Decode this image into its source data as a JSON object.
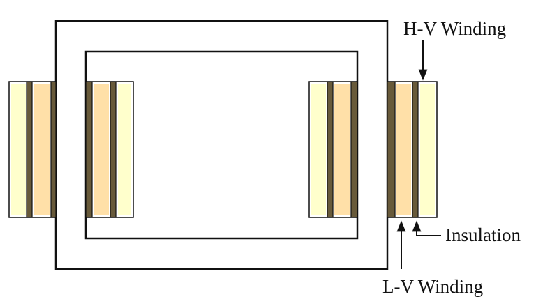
{
  "labels": {
    "hv_winding": "H-V Winding",
    "lv_winding": "L-V Winding",
    "insulation": "Insulation"
  },
  "colors": {
    "core_stroke": "#111111",
    "hv_winding": "#ffffcc",
    "lv_winding": "#ffe0a8",
    "insulation": "#685a3a"
  }
}
